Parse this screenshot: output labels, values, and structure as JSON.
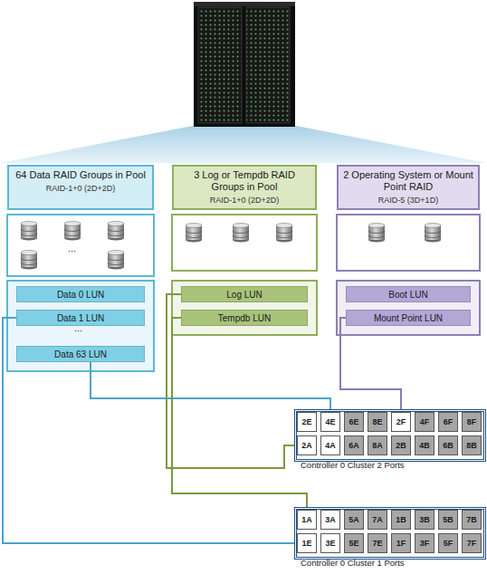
{
  "diagram": {
    "nodes": [
      {
        "text": [
          "64 Data RAID Groups in Pool",
          "RAID-1+0 (2D+2D)"
        ]
      },
      {
        "text": [
          "3 Log or Tempdb RAID Groups in Pool",
          "RAID-1+0 (2D+2D)"
        ]
      },
      {
        "text": [
          "2 Operating System or Mount Point RAID",
          "RAID-5 (3D+1D)"
        ]
      },
      {
        "text": [
          "Data 0 LUN"
        ]
      },
      {
        "text": [
          "Data 1 LUN"
        ]
      },
      {
        "text": [
          "Data 63 LUN"
        ]
      },
      {
        "text": [
          "Log LUN"
        ]
      },
      {
        "text": [
          "Tempdb LUN"
        ]
      },
      {
        "text": [
          "Boot LUN"
        ]
      },
      {
        "text": [
          "Mount Point LUN"
        ]
      },
      {
        "text": [
          "Controller 0 Cluster 2 Ports"
        ]
      },
      {
        "text": [
          "2E"
        ],
        "in": 10
      },
      {
        "text": [
          "4E"
        ],
        "in": 10
      },
      {
        "text": [
          "6E"
        ],
        "in": 10
      },
      {
        "text": [
          "8E"
        ],
        "in": 10
      },
      {
        "text": [
          "2F"
        ],
        "in": 10
      },
      {
        "text": [
          "4F"
        ],
        "in": 10
      },
      {
        "text": [
          "6F"
        ],
        "in": 10
      },
      {
        "text": [
          "8F"
        ],
        "in": 10
      },
      {
        "text": [
          "2A"
        ],
        "in": 10
      },
      {
        "text": [
          "4A"
        ],
        "in": 10
      },
      {
        "text": [
          "6A"
        ],
        "in": 10
      },
      {
        "text": [
          "8A"
        ],
        "in": 10
      },
      {
        "text": [
          "2B"
        ],
        "in": 10
      },
      {
        "text": [
          "4B"
        ],
        "in": 10
      },
      {
        "text": [
          "6B"
        ],
        "in": 10
      },
      {
        "text": [
          "8B"
        ],
        "in": 10
      },
      {
        "text": [
          "Controller 0 Cluster 1 Ports"
        ]
      },
      {
        "text": [
          "1A"
        ],
        "in": 27
      },
      {
        "text": [
          "3A"
        ],
        "in": 27
      },
      {
        "text": [
          "5A"
        ],
        "in": 27
      },
      {
        "text": [
          "7A"
        ],
        "in": 27
      },
      {
        "text": [
          "1B"
        ],
        "in": 27
      },
      {
        "text": [
          "3B"
        ],
        "in": 27
      },
      {
        "text": [
          "5B"
        ],
        "in": 27
      },
      {
        "text": [
          "7B"
        ],
        "in": 27
      },
      {
        "text": [
          "1E"
        ],
        "in": 27
      },
      {
        "text": [
          "3E"
        ],
        "in": 27
      },
      {
        "text": [
          "5E"
        ],
        "in": 27
      },
      {
        "text": [
          "7E"
        ],
        "in": 27
      },
      {
        "text": [
          "1F"
        ],
        "in": 27
      },
      {
        "text": [
          "3F"
        ],
        "in": 27
      },
      {
        "text": [
          "5F"
        ],
        "in": 27
      },
      {
        "text": [
          "7F"
        ],
        "in": 27
      }
    ],
    "edges": [
      {
        "from": 4,
        "to": 36,
        "arrow": "none"
      },
      {
        "from": 5,
        "to": 12,
        "arrow": "none"
      },
      {
        "from": 6,
        "to": 19,
        "arrow": "none"
      },
      {
        "from": 7,
        "to": 28,
        "arrow": "none"
      },
      {
        "from": 9,
        "to": 15,
        "arrow": "none"
      }
    ],
    "labels": [
      "...",
      "..."
    ]
  }
}
